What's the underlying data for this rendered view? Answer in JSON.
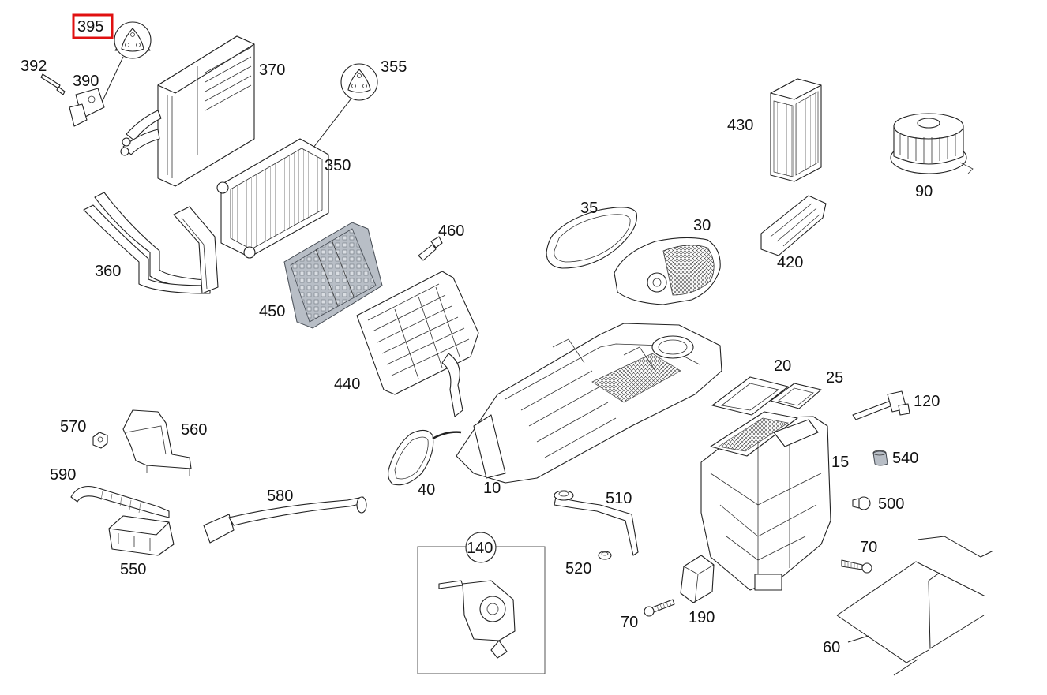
{
  "highlight_color": "#e01010",
  "labels": {
    "l395": "395",
    "l392": "392",
    "l390": "390",
    "l370": "370",
    "l355": "355",
    "l350": "350",
    "l360": "360",
    "l450": "450",
    "l460": "460",
    "l440": "440",
    "l35": "35",
    "l30": "30",
    "l430": "430",
    "l420": "420",
    "l90": "90",
    "l20": "20",
    "l25": "25",
    "l120": "120",
    "l15": "15",
    "l540": "540",
    "l500": "500",
    "l70a": "70",
    "l70b": "70",
    "l190": "190",
    "l10": "10",
    "l40": "40",
    "l510": "510",
    "l520": "520",
    "l140": "140",
    "l570": "570",
    "l560": "560",
    "l590": "590",
    "l580": "580",
    "l550": "550",
    "l60": "60"
  }
}
